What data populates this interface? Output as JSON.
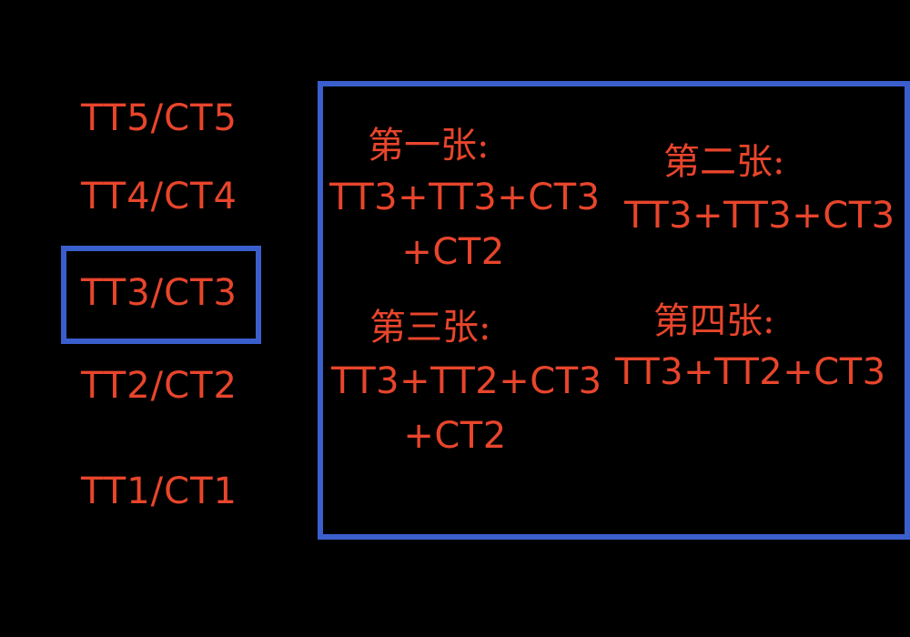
{
  "levels": [
    {
      "label": "TT5/CT5"
    },
    {
      "label": "TT4/CT4"
    },
    {
      "label": "TT3/CT3"
    },
    {
      "label": "TT2/CT2"
    },
    {
      "label": "TT1/CT1"
    }
  ],
  "sheets": [
    {
      "heading": "第一张:",
      "line1": "TT3+TT3+CT3",
      "line2": "+CT2"
    },
    {
      "heading": "第二张:",
      "line1": "TT3+TT3+CT3"
    },
    {
      "heading": "第三张:",
      "line1": "TT3+TT2+CT3",
      "line2": "+CT2"
    },
    {
      "heading": "第四张:",
      "line1": "TT3+TT2+CT3"
    }
  ],
  "colors": {
    "text": "#e8452c",
    "box": "#3a5fcd",
    "background": "#000000"
  }
}
